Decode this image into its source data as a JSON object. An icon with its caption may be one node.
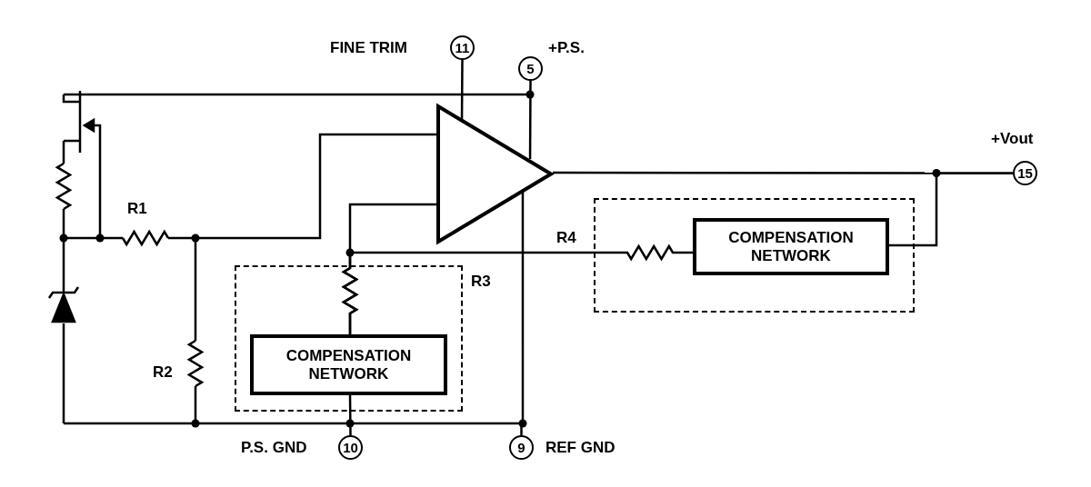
{
  "diagram": {
    "nodes": [
      {
        "text": [
          "11"
        ],
        "beside": [
          "FINE TRIM"
        ]
      },
      {
        "text": [
          "5"
        ],
        "beside": [
          "+P.S."
        ]
      },
      {
        "text": [],
        "shape": "triangle"
      },
      {
        "text": [
          "15"
        ],
        "beside": [
          "+Vout"
        ]
      },
      {
        "text": [],
        "shape": "box"
      },
      {
        "text": [
          "COMPENSATION NETWORK"
        ],
        "in": 4
      },
      {
        "text": [],
        "shape": "box"
      },
      {
        "text": [
          "COMPENSATION NETWORK"
        ],
        "in": 6
      },
      {
        "text": [
          "10"
        ],
        "beside": [
          "P.S. GND"
        ]
      },
      {
        "text": [
          "9"
        ],
        "beside": [
          "REF GND"
        ]
      }
    ],
    "edges": [
      {
        "from": 0,
        "to": 2,
        "arrow": "none"
      },
      {
        "from": 1,
        "to": 2,
        "arrow": "none"
      },
      {
        "from": 2,
        "to": 3,
        "arrow": "none"
      },
      {
        "from": 5,
        "to": 3,
        "arrow": "none"
      },
      {
        "from": 5,
        "to": 7,
        "arrow": "none"
      },
      {
        "from": 7,
        "to": 8,
        "arrow": "none"
      },
      {
        "from": 2,
        "to": 9,
        "arrow": "none"
      },
      {
        "from": 2,
        "to": 7,
        "arrow": "none"
      }
    ],
    "labels": [
      "R1",
      "R4",
      "R3",
      "R2"
    ]
  }
}
